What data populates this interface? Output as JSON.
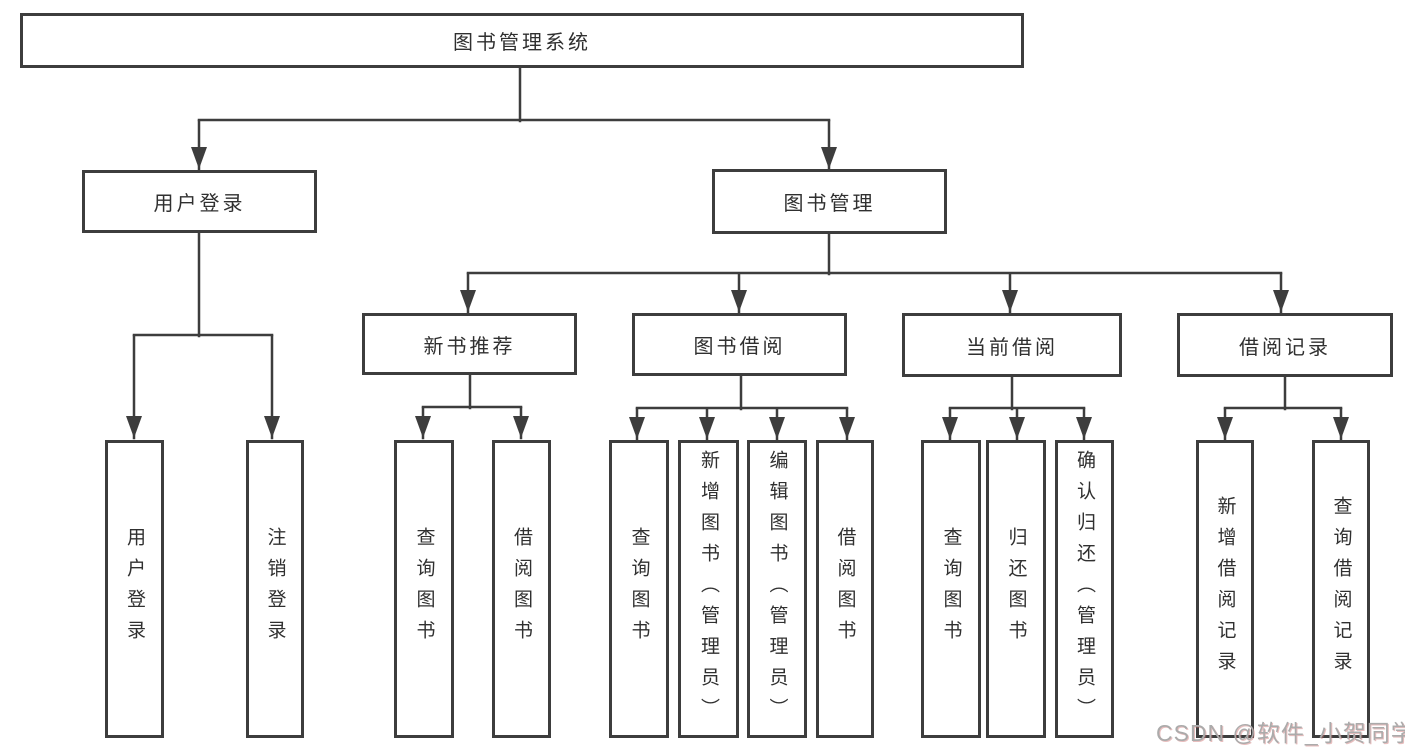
{
  "tree": {
    "root": {
      "label": "图书管理系统",
      "children": [
        {
          "label": "用户登录",
          "children": [
            {
              "label": "用户登录"
            },
            {
              "label": "注销登录"
            }
          ]
        },
        {
          "label": "图书管理",
          "children": [
            {
              "label": "新书推荐",
              "children": [
                {
                  "label": "查询图书"
                },
                {
                  "label": "借阅图书"
                }
              ]
            },
            {
              "label": "图书借阅",
              "children": [
                {
                  "label": "查询图书"
                },
                {
                  "label": "新增图书（管理员）"
                },
                {
                  "label": "编辑图书（管理员）"
                },
                {
                  "label": "借阅图书"
                }
              ]
            },
            {
              "label": "当前借阅",
              "children": [
                {
                  "label": "查询图书"
                },
                {
                  "label": "归还图书"
                },
                {
                  "label": "确认归还（管理员）"
                }
              ]
            },
            {
              "label": "借阅记录",
              "children": [
                {
                  "label": "新增借阅记录"
                },
                {
                  "label": "查询借阅记录"
                }
              ]
            }
          ]
        }
      ]
    }
  },
  "watermark": {
    "text": "CSDN @软件_小贺同学"
  },
  "colors": {
    "line": "#3d3d3d",
    "box_border": "#3d3d3d",
    "text": "#303030",
    "background": "#ffffff",
    "watermark": "#ababab"
  }
}
